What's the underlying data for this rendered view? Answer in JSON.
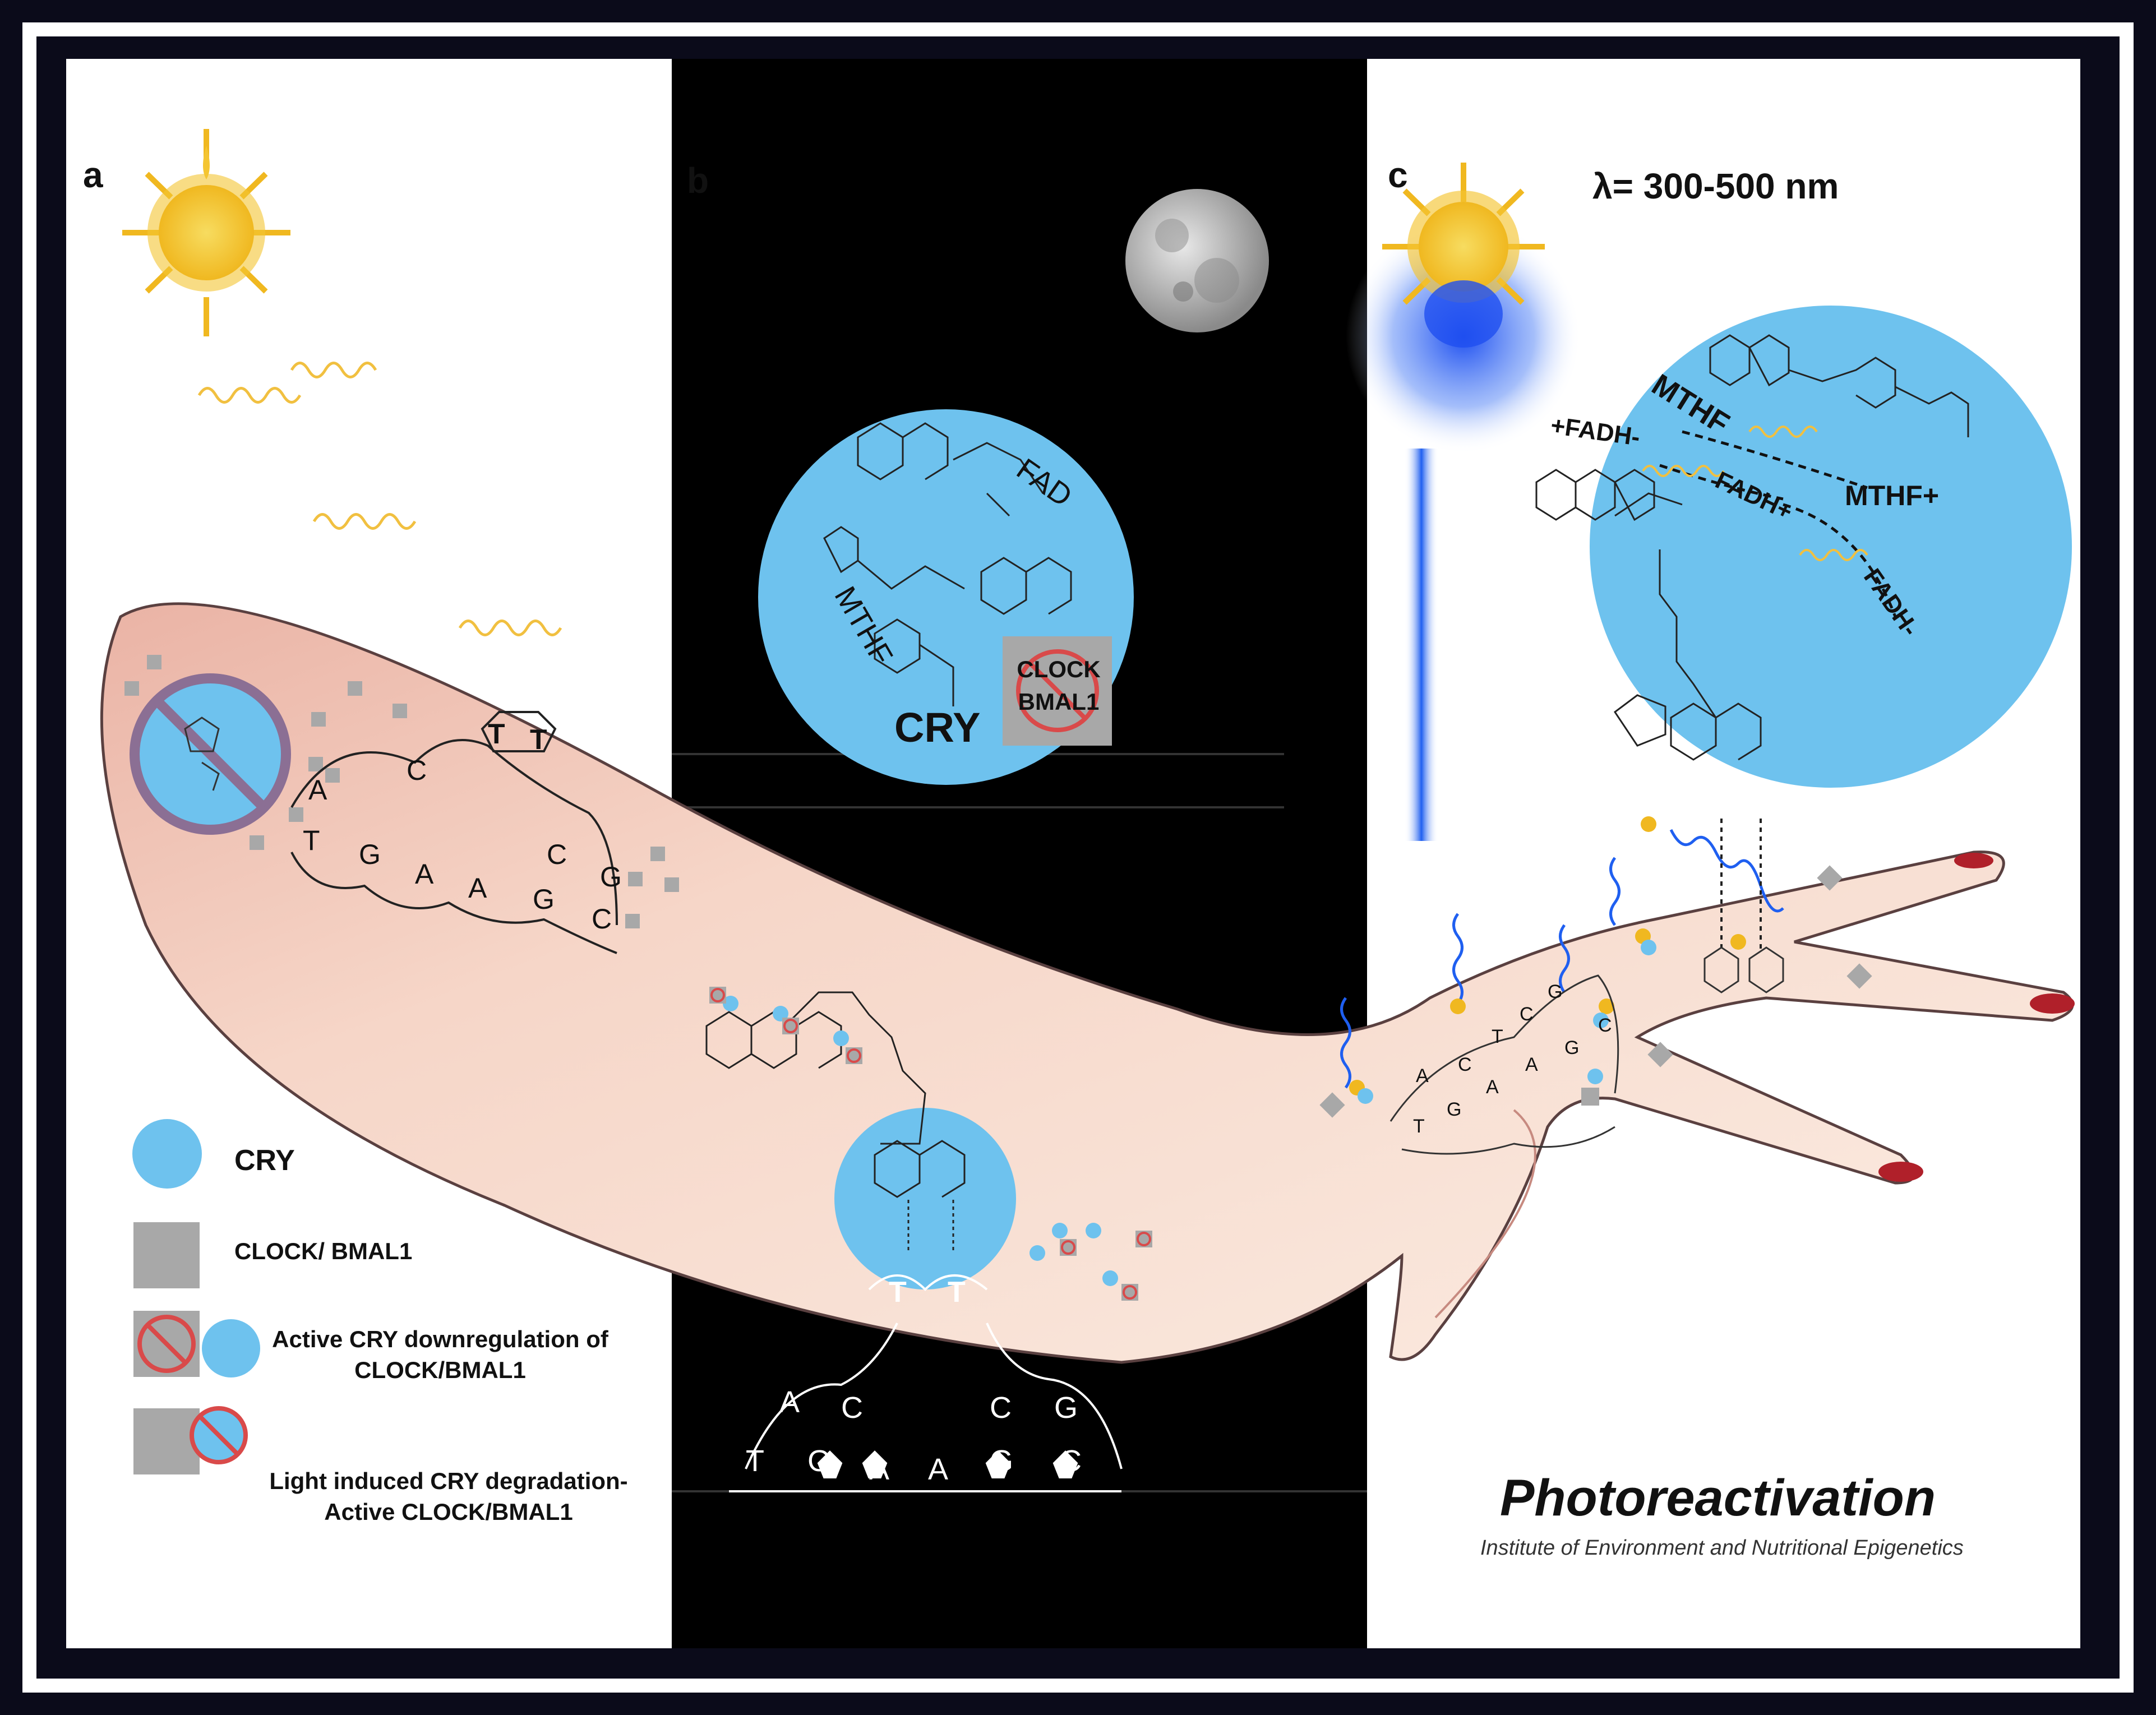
{
  "panels": {
    "a": "a",
    "b": "b",
    "c": "c"
  },
  "wavelength": "λ= 300-500 nm",
  "circle_b": {
    "fad": "FAD",
    "mthf": "MTHF",
    "cry": "CRY",
    "clock": "CLOCK",
    "bmal1": "BMAL1"
  },
  "circle_c": {
    "mthf": "MTHF",
    "mthf_plus": "MTHF+",
    "fadh_plus": "+FADH-",
    "fadh_plus2": "FADH+",
    "fadh_minus": "FADH-"
  },
  "dna_bases": {
    "a_top": [
      "A",
      "C"
    ],
    "a_bottom": [
      "T",
      "G",
      "A",
      "A",
      "G",
      "C"
    ],
    "a_right": [
      "C",
      "G"
    ],
    "b_top": [
      "A",
      "C",
      "C",
      "G"
    ],
    "b_bottom": [
      "T",
      "G",
      "A",
      "A",
      "G",
      "C"
    ],
    "dimer": [
      "T",
      "T"
    ],
    "c_top": [
      "A",
      "C",
      "T",
      "C",
      "G"
    ],
    "c_bottom": [
      "T",
      "G",
      "A",
      "A",
      "G",
      "C"
    ]
  },
  "legend": {
    "cry": "CRY",
    "clock_bmal1": "CLOCK/ BMAL1",
    "active_cry_line1": "Active CRY downregulation of",
    "active_cry_line2": "CLOCK/BMAL1",
    "light_line1": "Light induced CRY degradation-",
    "light_line2": "Active CLOCK/BMAL1"
  },
  "footer": {
    "title": "Photoreactivation",
    "institute": "Institute of Environment and Nutritional Epigenetics"
  },
  "colors": {
    "frame": "#0b0b1a",
    "night": "#000000",
    "cry_blue": "#6ec2ee",
    "clock_gray": "#a8a8a8",
    "skin": "#f6dcd0",
    "skin_shadow": "#e9a89a",
    "nail": "#b0202a",
    "sun": "#f2c230",
    "uv_blue": "#1f5ff0"
  }
}
